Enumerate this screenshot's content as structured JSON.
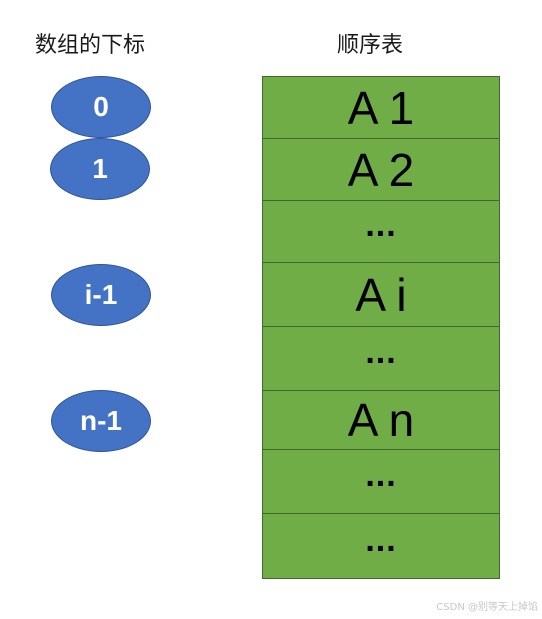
{
  "headings": {
    "left": "数组的下标",
    "right": "顺序表"
  },
  "indices": [
    "0",
    "1",
    "i-1",
    "n-1"
  ],
  "cells": [
    "A 1",
    "A 2",
    "...",
    "A i",
    "...",
    "A n",
    "...",
    "..."
  ],
  "watermark": "CSDN @别等天上掉馅",
  "colors": {
    "ellipse_fill": "#4472c4",
    "table_fill": "#70ad47"
  }
}
